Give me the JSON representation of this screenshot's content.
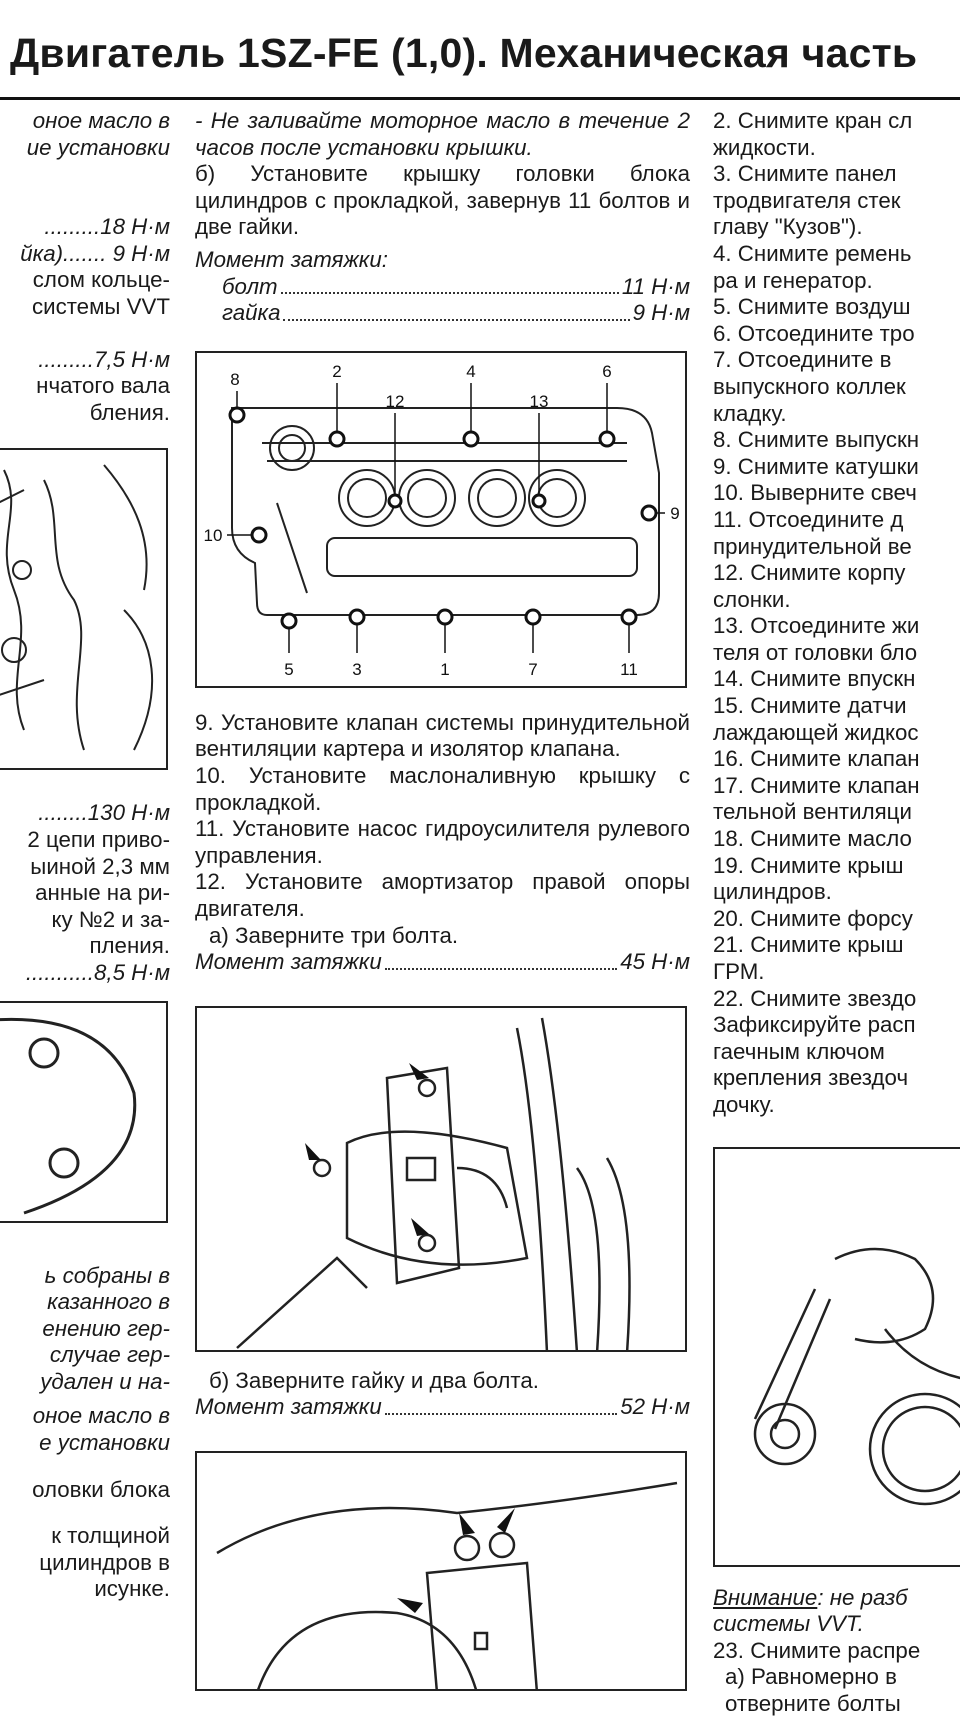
{
  "header": {
    "title": "Двигатель 1SZ-FE (1,0). Механическая часть"
  },
  "col1": {
    "top": [
      "оное масло в",
      "ие установки"
    ],
    "torques": [
      "18 Н·м",
      "йка)....... 9 Н·м"
    ],
    "mid": [
      "слом кольце-",
      "системы VVT"
    ],
    "torque_75": "7,5 Н·м",
    "mid2": [
      "нчатого вала",
      "бления."
    ],
    "torque_130": "130 Н·м",
    "after": [
      "2 цепи приво-",
      "",
      "ыиной 2,3 мм",
      "анные на ри-",
      "ку №2 и за-",
      "пления."
    ],
    "torque_85": "8,5 Н·м",
    "bottom_italic": [
      "ь собраны в",
      "казанного в",
      "енению гер-",
      "случае гер-",
      "удален и на-",
      "",
      "оное масло в",
      "е установки"
    ],
    "bottom_plain": [
      "оловки блока",
      "",
      "к толщиной",
      "цилиндров в",
      "исунке."
    ]
  },
  "col2": {
    "p1": "- Не заливайте моторное масло в течение 2 часов после установки крышки.",
    "p2": "б) Установите крышку головки блока цилиндров с прокладкой, завернув 11 болтов и две гайки.",
    "torque_label": "Момент затяжки:",
    "bolt_label": "болт",
    "bolt_value": "11 Н·м",
    "nut_label": "гайка",
    "nut_value": "9 Н·м",
    "fig1_labels": [
      "8",
      "2",
      "12",
      "4",
      "13",
      "6",
      "9",
      "10",
      "5",
      "3",
      "1",
      "7",
      "11"
    ],
    "p9": "9. Установите клапан системы принудительной вентиляции картера и изолятор клапана.",
    "p10": "10. Установите маслоналивную крышку с прокладкой.",
    "p11": "11. Установите насос гидроусилителя рулевого управления.",
    "p12": "12. Установите амортизатор правой опоры двигателя.",
    "p12a": "а) Заверните три болта.",
    "t1_label": "Момент затяжки",
    "t1_value": "45 Н·м",
    "p12b": "б) Заверните гайку и два болта.",
    "t2_label": "Момент затяжки",
    "t2_value": "52 Н·м"
  },
  "col3": {
    "lines": [
      "2. Снимите кран сл",
      "жидкости.",
      "3. Снимите панел",
      "тродвигателя стек",
      "главу \"Кузов\").",
      "4. Снимите ремень",
      "ра и генератор.",
      "5. Снимите воздуш",
      "6. Отсоедините тро",
      "7. Отсоедините в",
      "выпускного коллек",
      "кладку.",
      "8. Снимите выпускн",
      "9. Снимите катушки",
      "10. Выверните свеч",
      "11. Отсоедините д",
      "принудительной ве",
      "12. Снимите корпу",
      "слонки.",
      "13. Отсоедините жи",
      "теля от головки бло",
      "14. Снимите впускн",
      "15. Снимите датчи",
      "лаждающей жидкос",
      "16. Снимите клапан",
      "17. Снимите клапан",
      "тельной вентиляци",
      "18. Снимите масло",
      "19. Снимите крыш",
      "цилиндров.",
      "20. Снимите форсу",
      "21. Снимите крыш",
      "ГРМ.",
      "22. Снимите звездо",
      "Зафиксируйте расп",
      "гаечным ключом",
      "крепления звездоч",
      "дочку."
    ],
    "note_label": "Внимание",
    "note_rest": ": не разб",
    "note_line2": "системы VVT.",
    "p23": "23. Снимите распре",
    "p23a": "а) Равномерно в",
    "p23b": "отверните болты"
  }
}
